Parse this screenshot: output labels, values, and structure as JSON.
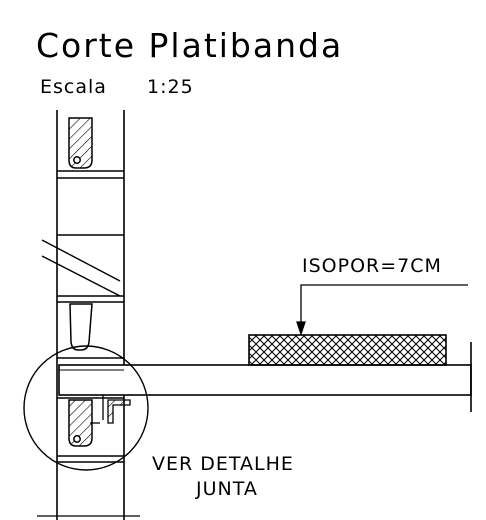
{
  "title": "Corte Platibanda",
  "scale": {
    "label": "Escala",
    "value": "1:25"
  },
  "annotations": {
    "insulation": "ISOPOR=7CM",
    "detail_line1": "VER DETALHE",
    "detail_line2": "JUNTA"
  },
  "colors": {
    "ink": "#000000",
    "background": "#ffffff"
  }
}
